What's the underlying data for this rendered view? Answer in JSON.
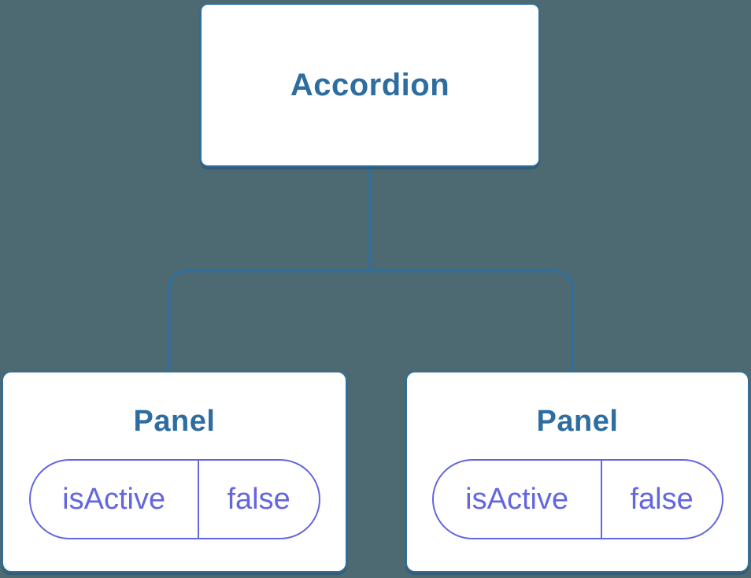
{
  "colors": {
    "background": "#4D6A73",
    "node_border": "#2E6F9E",
    "node_fill": "#FFFFFF",
    "node_label_text": "#2D6DA0",
    "connector_stroke": "#2E6F9E",
    "state_accent": "#6366DF"
  },
  "diagram": {
    "root": {
      "label": "Accordion"
    },
    "children": [
      {
        "label": "Panel",
        "state": {
          "key": "isActive",
          "value": "false"
        }
      },
      {
        "label": "Panel",
        "state": {
          "key": "isActive",
          "value": "false"
        }
      }
    ]
  }
}
